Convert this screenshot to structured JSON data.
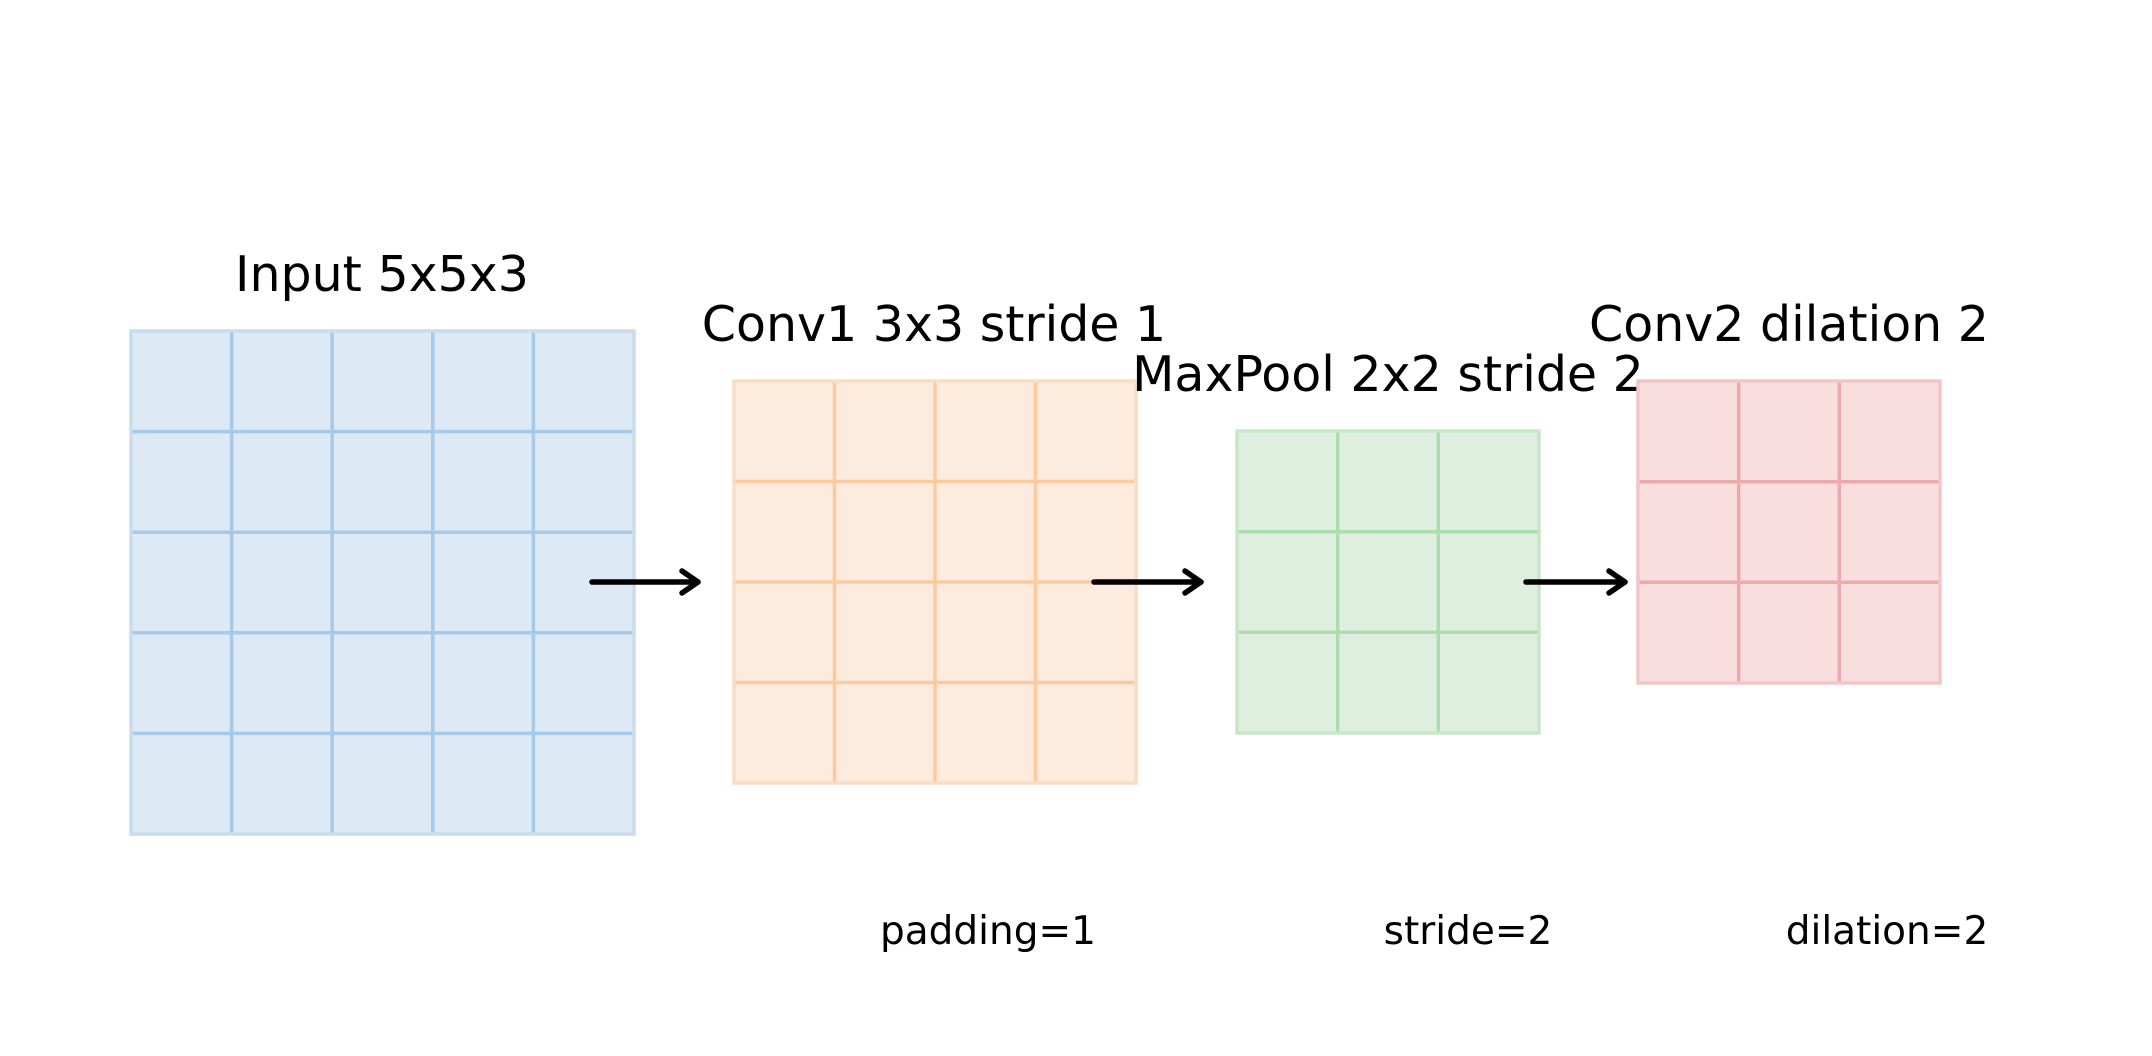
{
  "diagram": {
    "blocks": [
      {
        "id": "input",
        "title": "Input 5x5x3",
        "rows": 5,
        "cols": 5,
        "fill_color": "#dde9f4",
        "line_color": "#a6c9e7",
        "border_color": "#c8dcee"
      },
      {
        "id": "conv1",
        "title": "Conv1 3x3 stride 1",
        "rows": 4,
        "cols": 4,
        "fill_color": "#fdebdd",
        "line_color": "#fbcb9f",
        "border_color": "#fcdcc0"
      },
      {
        "id": "maxpool",
        "title": "MaxPool 2x2 stride 2",
        "rows": 3,
        "cols": 3,
        "fill_color": "#dfefdf",
        "line_color": "#addcad",
        "border_color": "#c7e5c7"
      },
      {
        "id": "conv2",
        "title": "Conv2 dilation 2",
        "rows": 3,
        "cols": 3,
        "fill_color": "#f8dedf",
        "line_color": "#eeaaab",
        "border_color": "#f2c6c7"
      }
    ],
    "annotations": {
      "padding": "padding=1",
      "stride": "stride=2",
      "dilation": "dilation=2"
    },
    "arrow_color": "#000000"
  }
}
